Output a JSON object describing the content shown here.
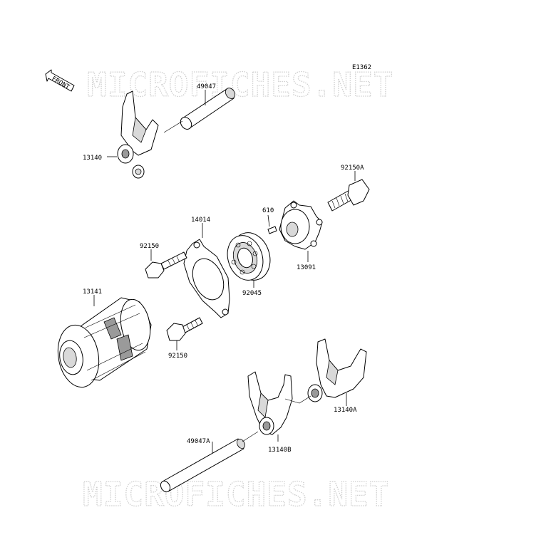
{
  "diagram_code": "E1362",
  "front_indicator": "FRONT",
  "watermarks": [
    "MICROFICHES.NET",
    "MICROFICHES.NET"
  ],
  "parts": {
    "p49047": "49047",
    "p13140": "13140",
    "p92150A": "92150A",
    "p610": "610",
    "p14014": "14014",
    "p92150_top": "92150",
    "p13091": "13091",
    "p92045": "92045",
    "p13141": "13141",
    "p92150_bottom": "92150",
    "p13140A": "13140A",
    "p49047A": "49047A",
    "p13140B": "13140B"
  }
}
